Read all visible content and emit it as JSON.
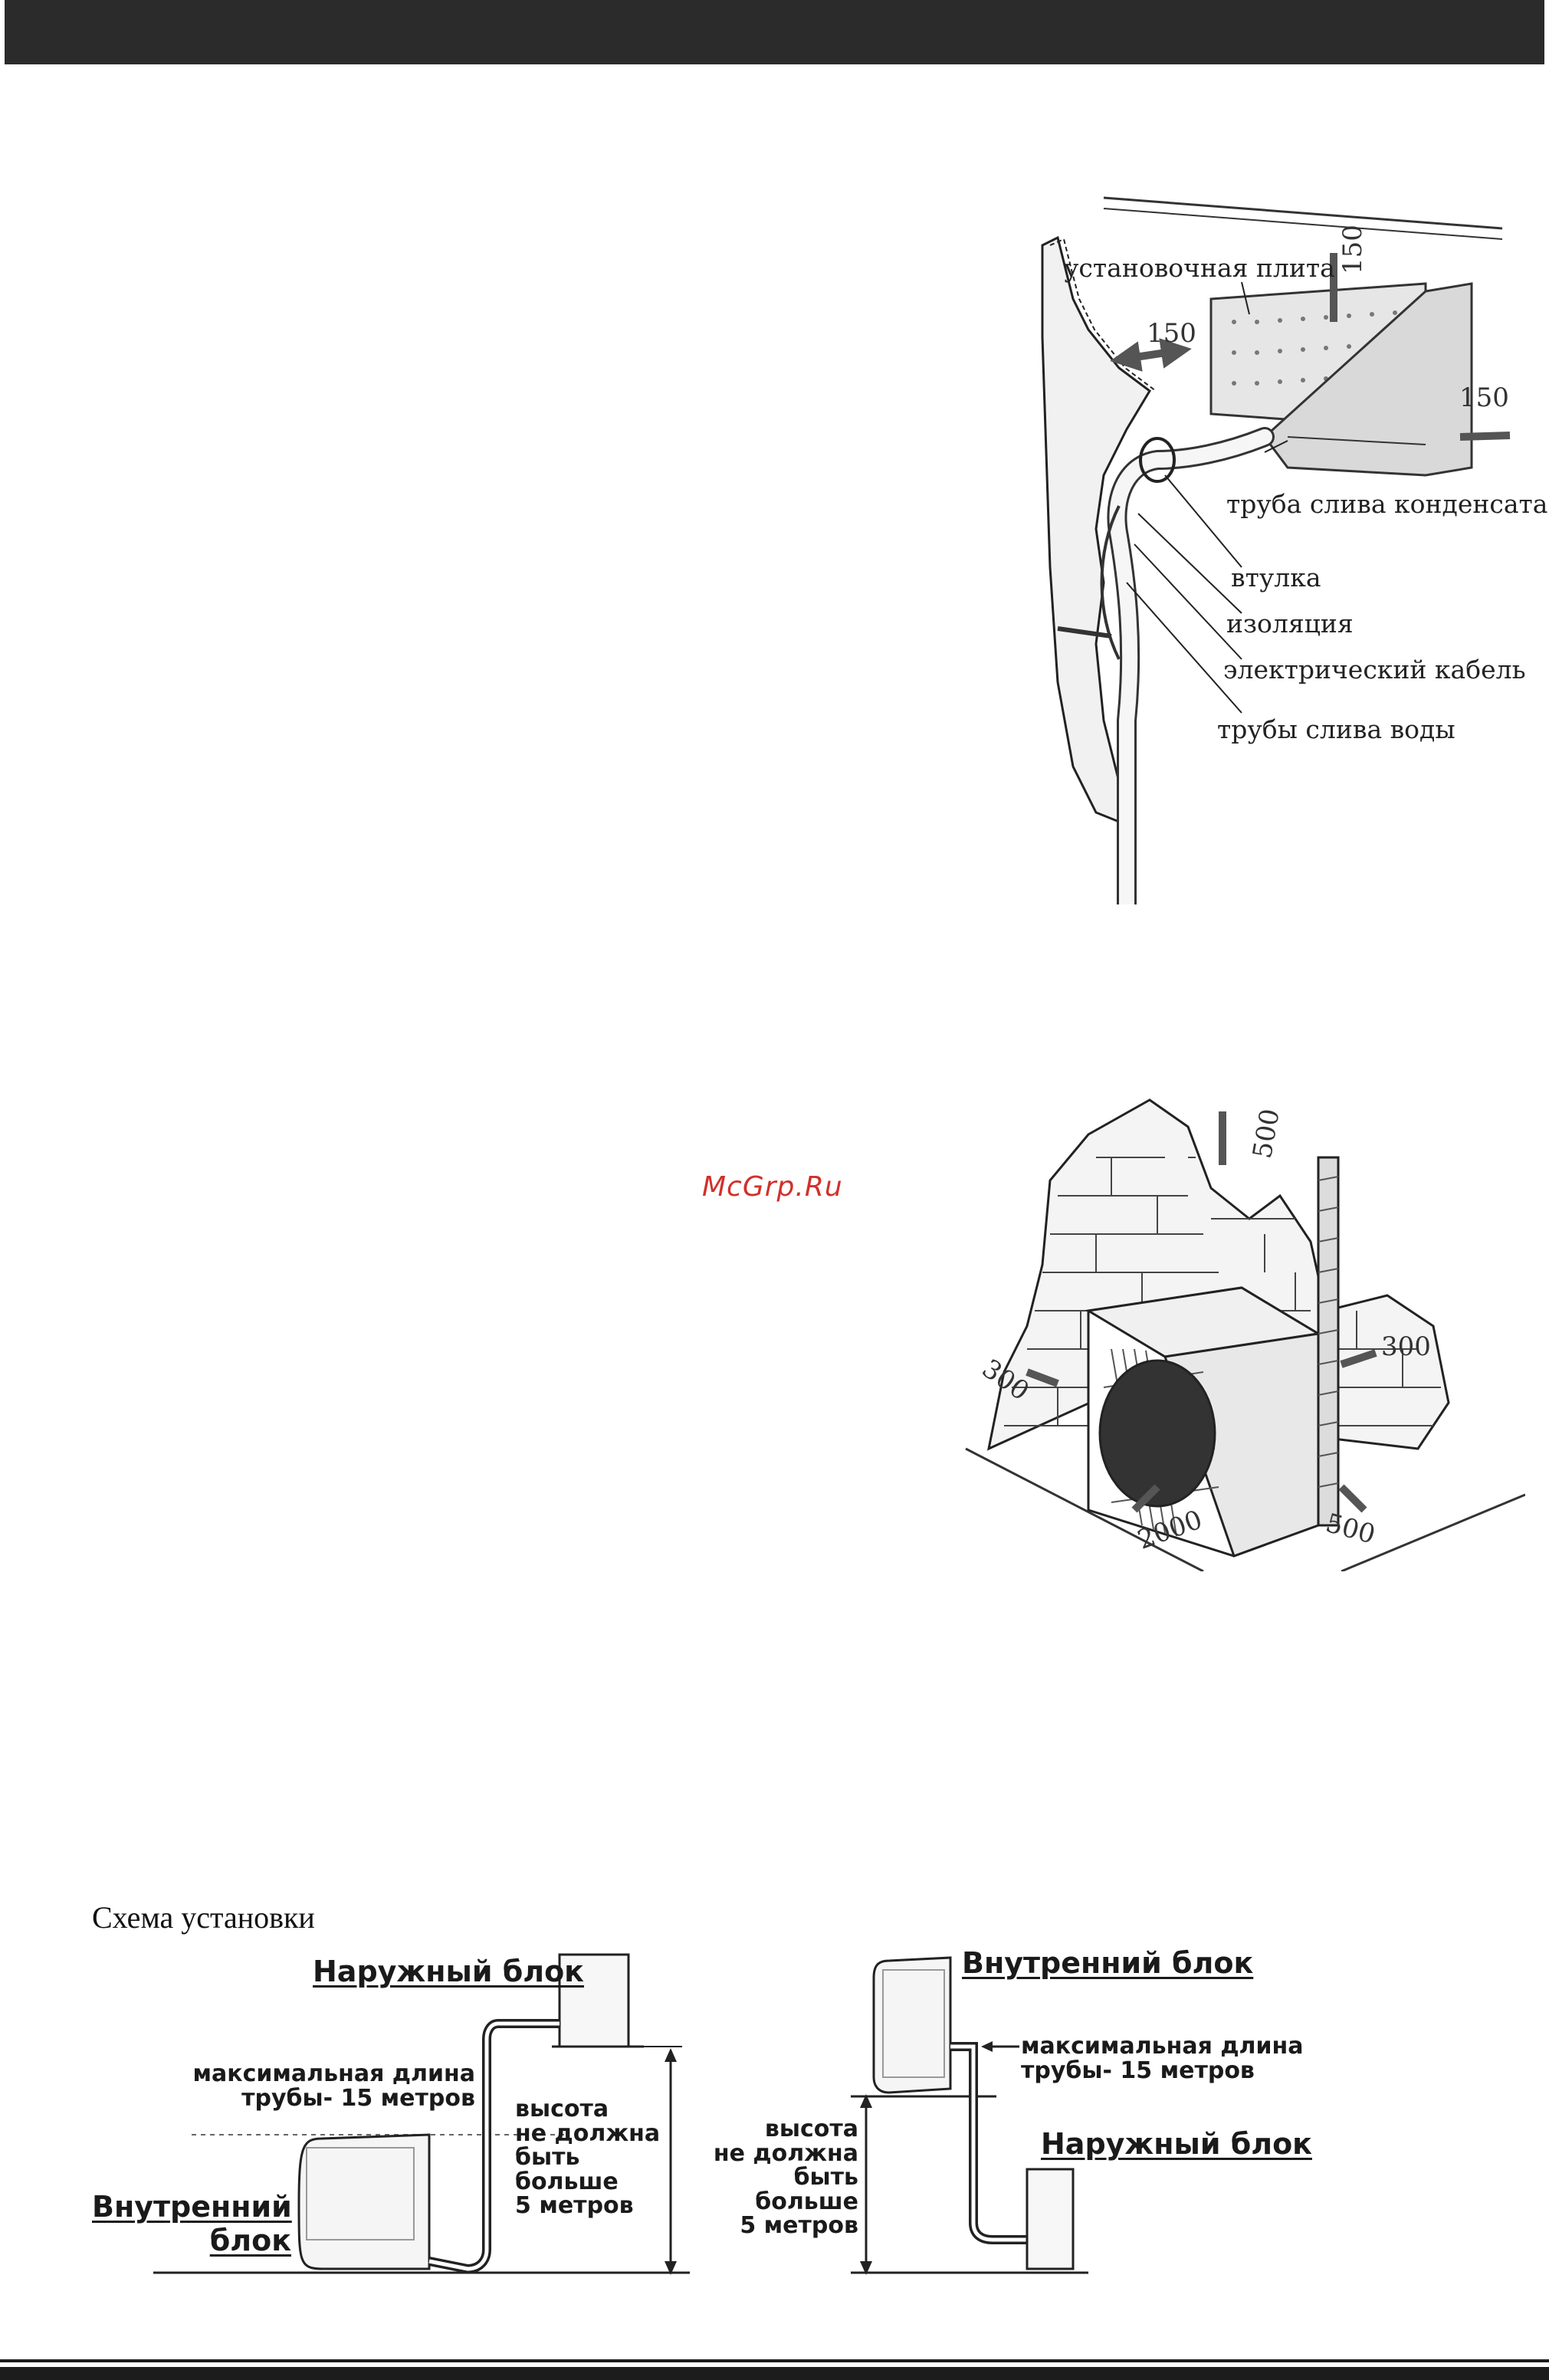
{
  "header": {
    "bar_color": "#2b2b2b"
  },
  "indoor_unit_figure": {
    "labels": {
      "mounting_plate": "установочная плита",
      "condensate_pipe": "труба слива конденсата",
      "sleeve": "втулка",
      "insulation": "изоляция",
      "electric_cable": "электрический кабель",
      "drain_pipes": "трубы слива воды"
    },
    "dimensions": {
      "left": "150",
      "top": "150",
      "right": "150"
    }
  },
  "outdoor_unit_figure": {
    "dimensions": {
      "top": "500",
      "right": "300",
      "left": "300",
      "front": "2000",
      "bottom_right": "500"
    }
  },
  "watermark": "McGrp.Ru",
  "scheme": {
    "title": "Схема установки",
    "left": {
      "outdoor_unit": "Наружный блок",
      "max_length_line1": "максимальная длина",
      "max_length_line2": "трубы- 15 метров",
      "height_line1": "высота",
      "height_line2": "не должна",
      "height_line3": "быть",
      "height_line4": "больше",
      "height_line5": "5 метров",
      "indoor_unit_line1": "Внутренний",
      "indoor_unit_line2": "блок"
    },
    "right": {
      "indoor_unit": "Внутренний блок",
      "max_length_line1": "максимальная длина",
      "max_length_line2": "трубы- 15 метров",
      "outdoor_unit": "Наружный блок",
      "height_line1": "высота",
      "height_line2": "не должна",
      "height_line3": "быть",
      "height_line4": "больше",
      "height_line5": "5 метров"
    }
  }
}
